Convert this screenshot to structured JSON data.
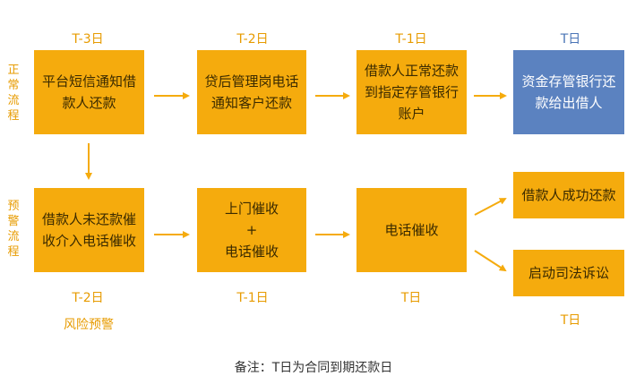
{
  "colors": {
    "box_orange": "#f5ab0d",
    "box_blue": "#5b82c0",
    "arrow": "#f5ab0d",
    "label_orange": "#e79b00",
    "label_blue": "#4a74b6",
    "side_label": "#e79b00"
  },
  "side_labels": {
    "normal": "正常流程",
    "warning": "预警流程"
  },
  "normal_row": {
    "days": [
      "T-3日",
      "T-2日",
      "T-1日",
      "T日"
    ],
    "boxes": [
      "平台短信通知借款人还款",
      "贷后管理岗电话通知客户还款",
      "借款人正常还款到指定存管银行账户",
      "资金存管银行还款给出借人"
    ]
  },
  "warning_row": {
    "days": [
      "T-2日",
      "T-1日",
      "T日",
      "T日"
    ],
    "warning_label": "风险预警",
    "boxes": [
      "借款人未还款催收介入电话催收",
      "上门催收\n+\n电话催收",
      "电话催收",
      "借款人成功还款",
      "启动司法诉讼"
    ]
  },
  "note": "备注：T日为合同到期还款日"
}
